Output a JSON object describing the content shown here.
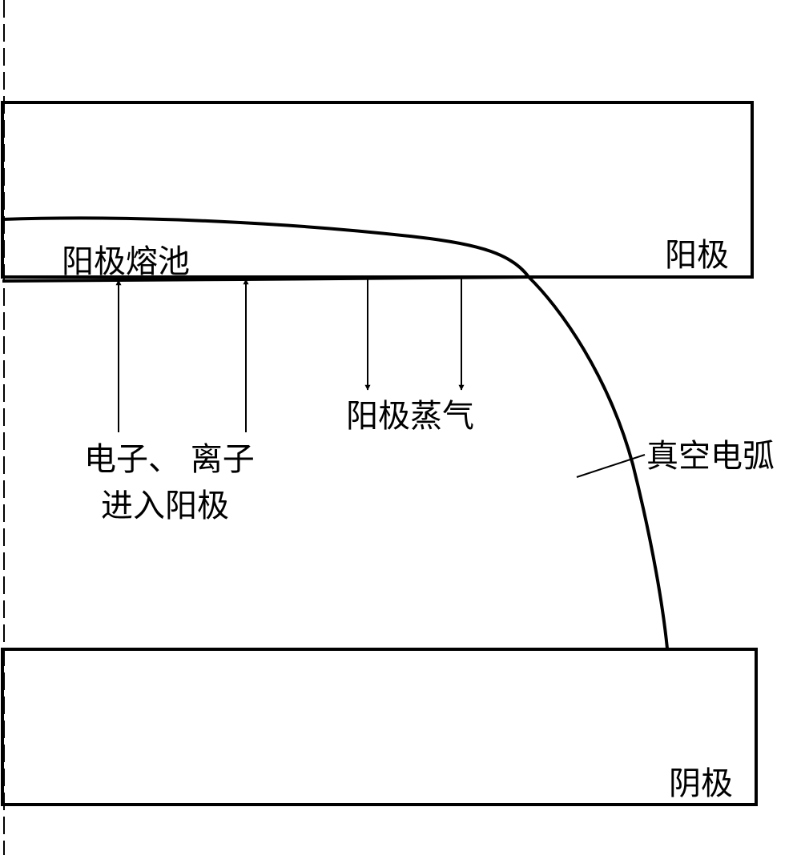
{
  "labels": {
    "anode": "阳极",
    "anode_pool": "阳极熔池",
    "anode_vapor": "阳极蒸气",
    "vacuum_arc": "真空电弧",
    "electron_ion_line1": "电子、 离子",
    "electron_ion_line2": "进入阳极",
    "cathode": "阴极"
  },
  "colors": {
    "stroke": "#000000",
    "background": "#ffffff"
  }
}
